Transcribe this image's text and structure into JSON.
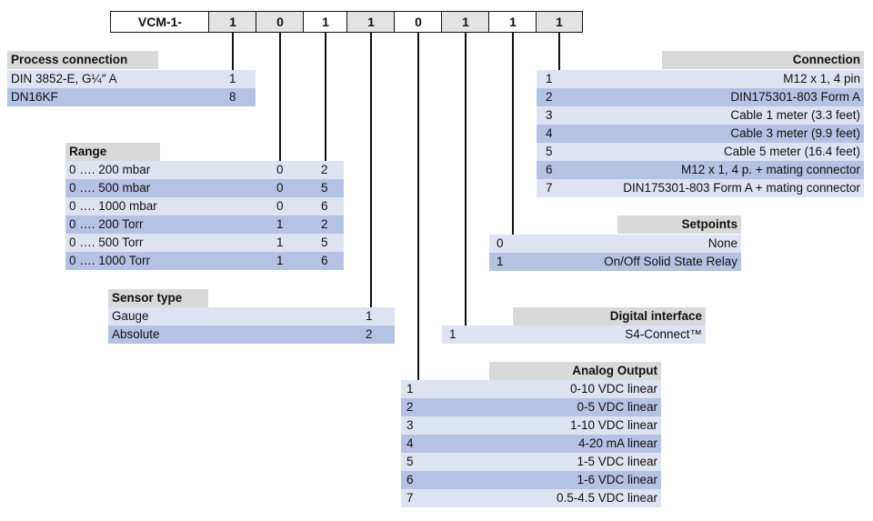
{
  "code": {
    "prefix": "VCM-1-",
    "digits": [
      "1",
      "0",
      "1",
      "1",
      "0",
      "1",
      "1",
      "1"
    ]
  },
  "process_connection": {
    "header": "Process connection",
    "rows": [
      {
        "label": "DIN 3852-E, G¼″ A",
        "code": "1"
      },
      {
        "label": "DN16KF",
        "code": "8"
      }
    ]
  },
  "range": {
    "header": "Range",
    "rows": [
      {
        "label": "0 …. 200 mbar",
        "c1": "0",
        "c2": "2"
      },
      {
        "label": "0 …. 500 mbar",
        "c1": "0",
        "c2": "5"
      },
      {
        "label": "0 …. 1000 mbar",
        "c1": "0",
        "c2": "6"
      },
      {
        "label": "0 …. 200 Torr",
        "c1": "1",
        "c2": "2"
      },
      {
        "label": "0 …. 500 Torr",
        "c1": "1",
        "c2": "5"
      },
      {
        "label": "0 …. 1000 Torr",
        "c1": "1",
        "c2": "6"
      }
    ]
  },
  "sensor_type": {
    "header": "Sensor type",
    "rows": [
      {
        "label": "Gauge",
        "code": "1"
      },
      {
        "label": "Absolute",
        "code": "2"
      }
    ]
  },
  "analog_output": {
    "header": "Analog Output",
    "rows": [
      {
        "code": "1",
        "label": "0-10 VDC linear"
      },
      {
        "code": "2",
        "label": "0-5 VDC linear"
      },
      {
        "code": "3",
        "label": "1-10 VDC linear"
      },
      {
        "code": "4",
        "label": "4-20 mA linear"
      },
      {
        "code": "5",
        "label": "1-5 VDC linear"
      },
      {
        "code": "6",
        "label": "1-6 VDC linear"
      },
      {
        "code": "7",
        "label": "0.5-4.5 VDC linear"
      }
    ]
  },
  "digital_interface": {
    "header": "Digital interface",
    "rows": [
      {
        "code": "1",
        "label": "S4-Connect™"
      }
    ]
  },
  "setpoints": {
    "header": "Setpoints",
    "rows": [
      {
        "code": "0",
        "label": "None"
      },
      {
        "code": "1",
        "label": "On/Off Solid State Relay"
      }
    ]
  },
  "connection": {
    "header": "Connection",
    "rows": [
      {
        "code": "1",
        "label": "M12 x 1, 4 pin"
      },
      {
        "code": "2",
        "label": "DIN175301-803 Form A"
      },
      {
        "code": "3",
        "label": "Cable 1 meter (3.3 feet)"
      },
      {
        "code": "4",
        "label": "Cable 3 meter (9.9 feet)"
      },
      {
        "code": "5",
        "label": "Cable 5 meter (16.4 feet)"
      },
      {
        "code": "6",
        "label": "M12 x 1, 4 p. + mating connector"
      },
      {
        "code": "7",
        "label": "DIN175301-803 Form A + mating connector"
      }
    ]
  },
  "colors": {
    "row_light": "#dde3f1",
    "row_dark": "#b4c3e3",
    "header_gray": "#d9d9d9",
    "digit_gray": "#e3e3e3"
  }
}
